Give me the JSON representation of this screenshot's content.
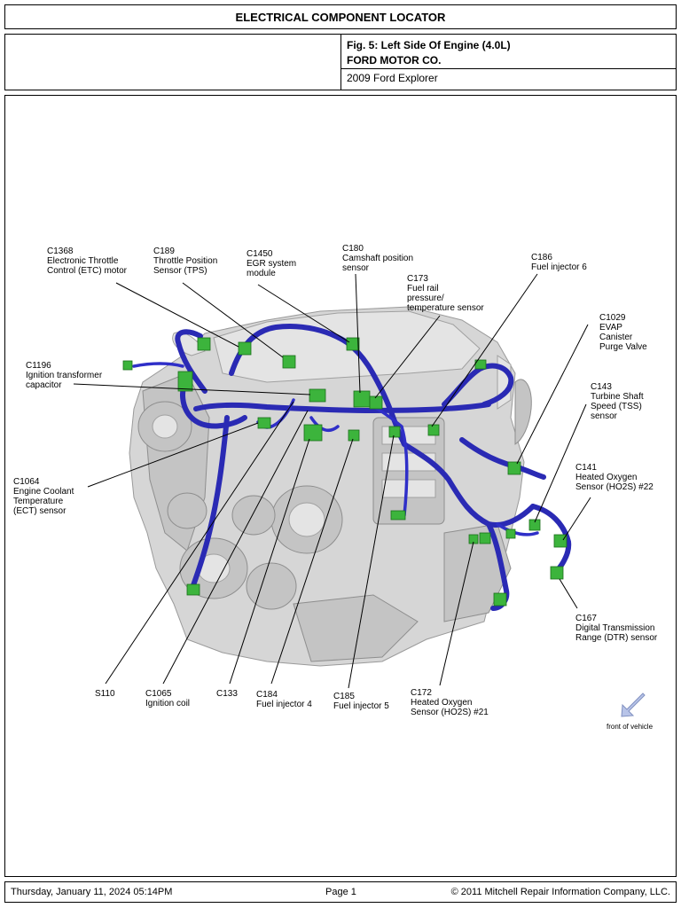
{
  "title": "ELECTRICAL COMPONENT LOCATOR",
  "header": {
    "figure": "Fig. 5: Left Side Of Engine (4.0L)",
    "manufacturer": "FORD MOTOR CO.",
    "vehicle": "2009 Ford Explorer"
  },
  "labels": {
    "c1368": [
      "C1368",
      "Electronic Throttle",
      "Control (ETC) motor"
    ],
    "c189": [
      "C189",
      "Throttle Position",
      "Sensor (TPS)"
    ],
    "c1450": [
      "C1450",
      "EGR system",
      "module"
    ],
    "c180": [
      "C180",
      "Camshaft position",
      "sensor"
    ],
    "c186": [
      "C186",
      "Fuel injector 6"
    ],
    "c173": [
      "C173",
      "Fuel rail",
      "pressure/",
      "temperature sensor"
    ],
    "c1029": [
      "C1029",
      "EVAP",
      "Canister",
      "Purge Valve"
    ],
    "c1196": [
      "C1196",
      "Ignition transformer",
      "capacitor"
    ],
    "c143": [
      "C143",
      "Turbine Shaft",
      "Speed (TSS)",
      "sensor"
    ],
    "c1064": [
      "C1064",
      "Engine Coolant",
      "Temperature",
      "(ECT) sensor"
    ],
    "c141": [
      "C141",
      "Heated Oxygen",
      "Sensor (HO2S) #22"
    ],
    "c167": [
      "C167",
      "Digital Transmission",
      "Range (DTR) sensor"
    ],
    "s110": [
      "S110"
    ],
    "c1065": [
      "C1065",
      "Ignition coil"
    ],
    "c133": [
      "C133"
    ],
    "c184": [
      "C184",
      "Fuel injector 4"
    ],
    "c185": [
      "C185",
      "Fuel injector 5"
    ],
    "c172": [
      "C172",
      "Heated Oxygen",
      "Sensor (HO2S) #21"
    ]
  },
  "front_label": "front of vehicle",
  "footer": {
    "date": "Thursday, January 11, 2024  05:14PM",
    "page": "Page 1",
    "copyright": "© 2011 Mitchell Repair Information Company, LLC."
  },
  "colors": {
    "harness": "#2a2ab4",
    "connector": "#3cb43c",
    "engine": "#d6d6d6",
    "arrow": "#b8c4e8"
  }
}
